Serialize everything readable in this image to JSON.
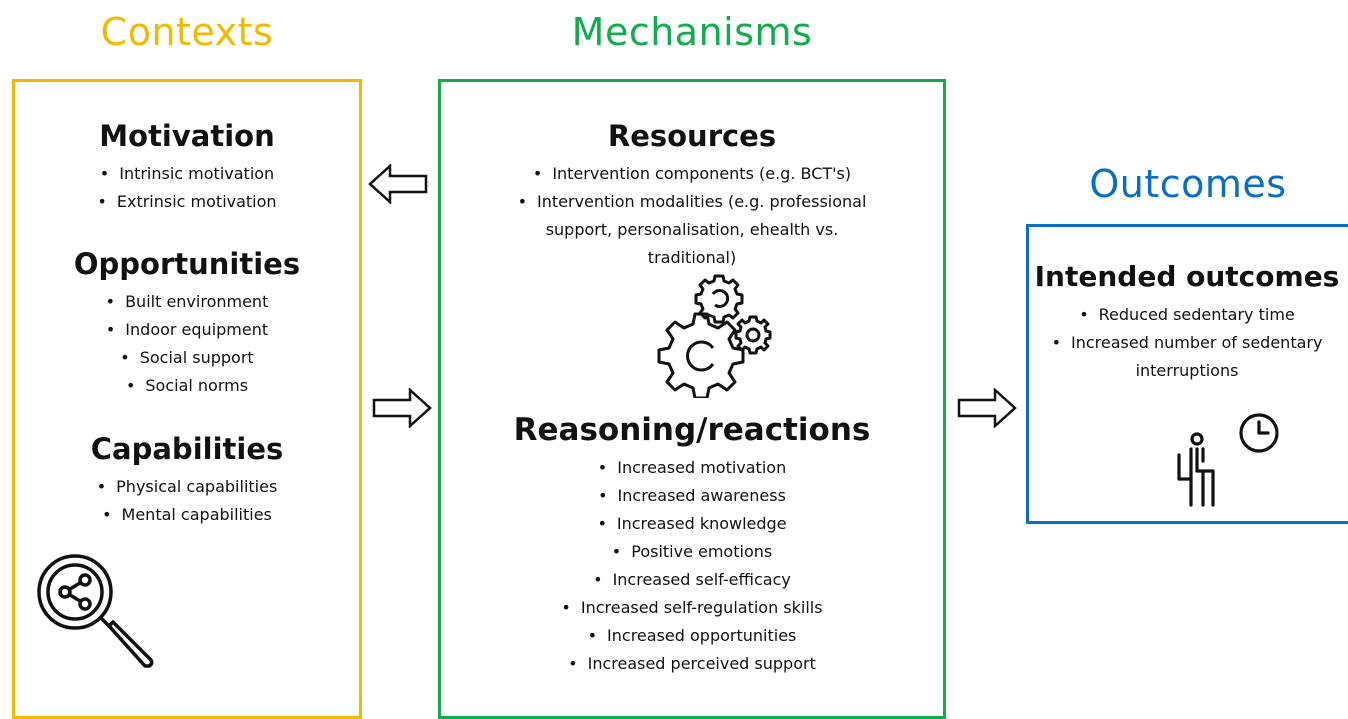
{
  "colors": {
    "contexts": "#f5b800",
    "mechanisms": "#10ad4c",
    "outcomes": "#0a6ec2",
    "icon_stroke": "#111111"
  },
  "columns": {
    "contexts": {
      "title": "Contexts",
      "sections": [
        {
          "heading": "Motivation",
          "items": [
            "Intrinsic motivation",
            "Extrinsic motivation"
          ]
        },
        {
          "heading": "Opportunities",
          "items": [
            "Built environment",
            "Indoor equipment",
            "Social support",
            "Social norms"
          ]
        },
        {
          "heading": "Capabilities",
          "items": [
            "Physical capabilities",
            "Mental capabilities"
          ]
        }
      ],
      "icon": "magnifier-network-icon"
    },
    "mechanisms": {
      "title": "Mechanisms",
      "sections": [
        {
          "heading": "Resources",
          "items": [
            "Intervention components (e.g. BCT's)",
            "Intervention modalities (e.g. professional support, personalisation, ehealth vs. traditional)"
          ]
        },
        {
          "heading": "Reasoning/reactions",
          "items": [
            "Increased motivation",
            "Increased awareness",
            "Increased knowledge",
            "Positive emotions",
            "Increased self-efficacy",
            "Increased self-regulation skills",
            "Increased opportunities",
            "Increased perceived support"
          ]
        }
      ],
      "icon": "gears-icon"
    },
    "outcomes": {
      "title": "Outcomes",
      "sections": [
        {
          "heading": "Intended outcomes",
          "items": [
            "Reduced sedentary time",
            "Increased number of sedentary interruptions"
          ]
        }
      ],
      "icon": "sitting-person-clock-icon"
    }
  },
  "arrows": [
    {
      "name": "mechanisms-to-contexts-arrow",
      "direction": "left"
    },
    {
      "name": "contexts-to-mechanisms-arrow",
      "direction": "right"
    },
    {
      "name": "mechanisms-to-outcomes-arrow",
      "direction": "right"
    }
  ]
}
